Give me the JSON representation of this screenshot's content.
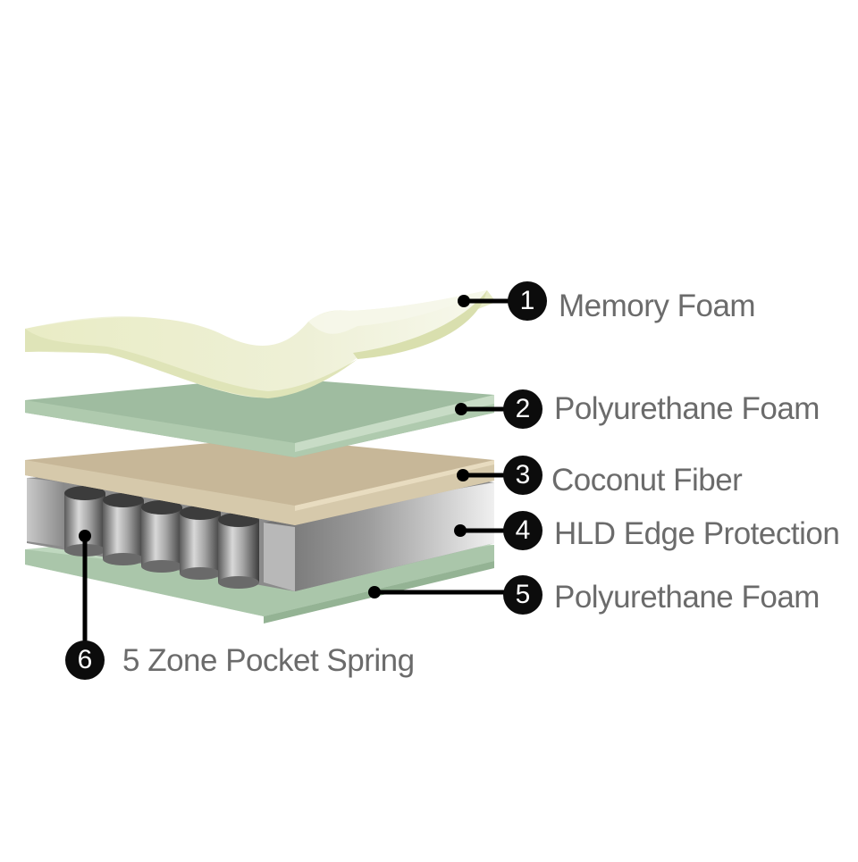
{
  "layers": [
    {
      "number": "1",
      "label": "Memory Foam"
    },
    {
      "number": "2",
      "label": "Polyurethane Foam"
    },
    {
      "number": "3",
      "label": "Coconut Fiber"
    },
    {
      "number": "4",
      "label": "HLD Edge Protection"
    },
    {
      "number": "5",
      "label": "Polyurethane Foam"
    },
    {
      "number": "6",
      "label": "5 Zone Pocket Spring"
    }
  ],
  "colors": {
    "memory_foam": "#e6ebc6",
    "polyurethane_foam": "#a8c4a9",
    "coconut_fiber": "#cbbc9c",
    "edge_protection": "#9a9a9a",
    "badge": "#0c0c0c",
    "label_text": "#6b6b6b"
  }
}
